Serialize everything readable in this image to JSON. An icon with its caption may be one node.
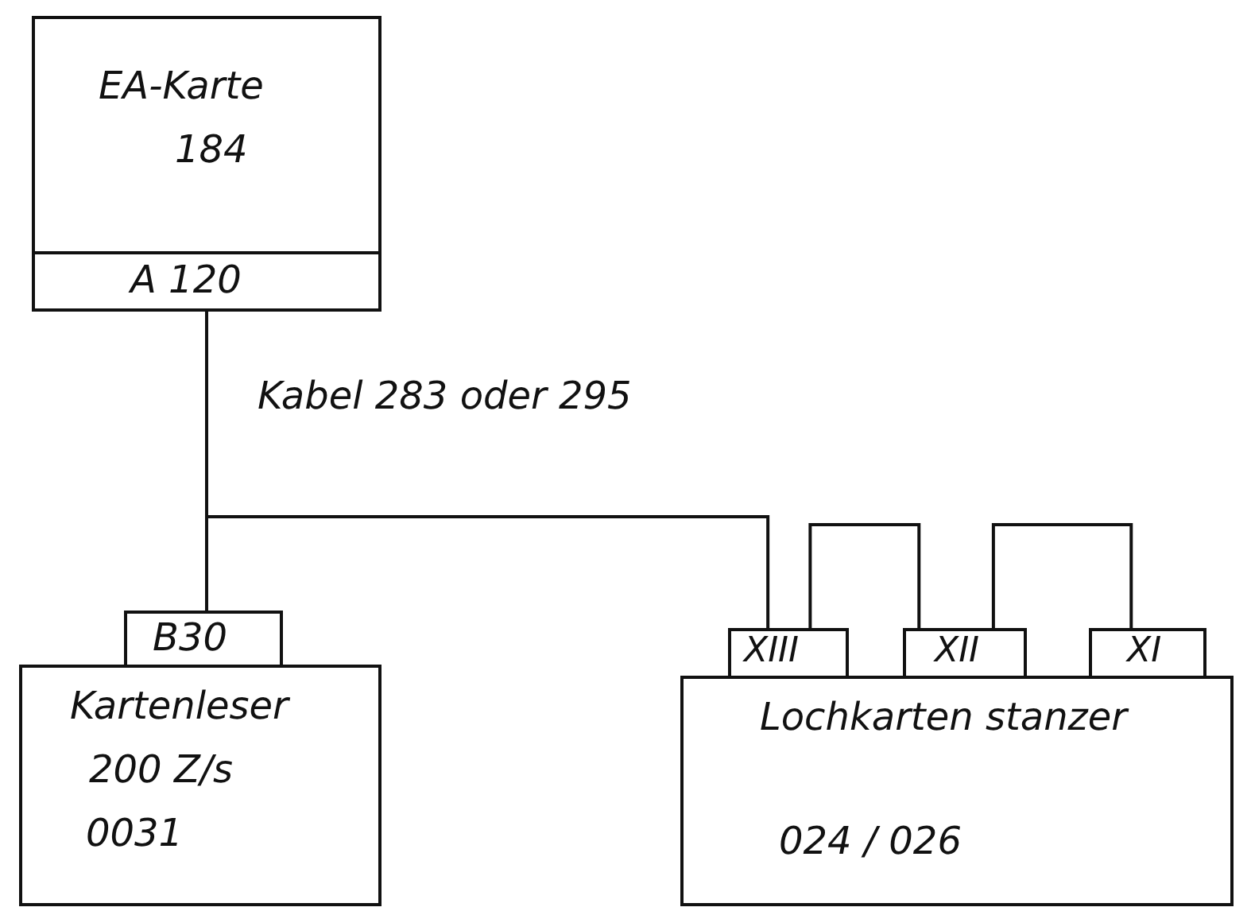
{
  "diagram": {
    "nodes": [
      {
        "text": [
          "EA-Karte",
          "184"
        ]
      },
      {
        "text": [
          "A 120"
        ],
        "in": 0
      },
      {
        "text": [
          "B30"
        ]
      },
      {
        "text": [
          "Kartenleser",
          "200 Z/s",
          "0031"
        ]
      },
      {
        "text": [
          "XIII"
        ]
      },
      {
        "text": [
          "XII"
        ]
      },
      {
        "text": [
          "XI"
        ]
      },
      {
        "text": [
          "Lochkarten stanzer",
          "024 / 026"
        ]
      }
    ],
    "edges": [
      {
        "from": 1,
        "to": 2,
        "arrow": "none",
        "label": "Kabel 283 oder 295"
      },
      {
        "from": 1,
        "to": 4,
        "arrow": "none"
      },
      {
        "from": 4,
        "to": 5,
        "arrow": "none"
      },
      {
        "from": 5,
        "to": 6,
        "arrow": "none"
      }
    ]
  }
}
